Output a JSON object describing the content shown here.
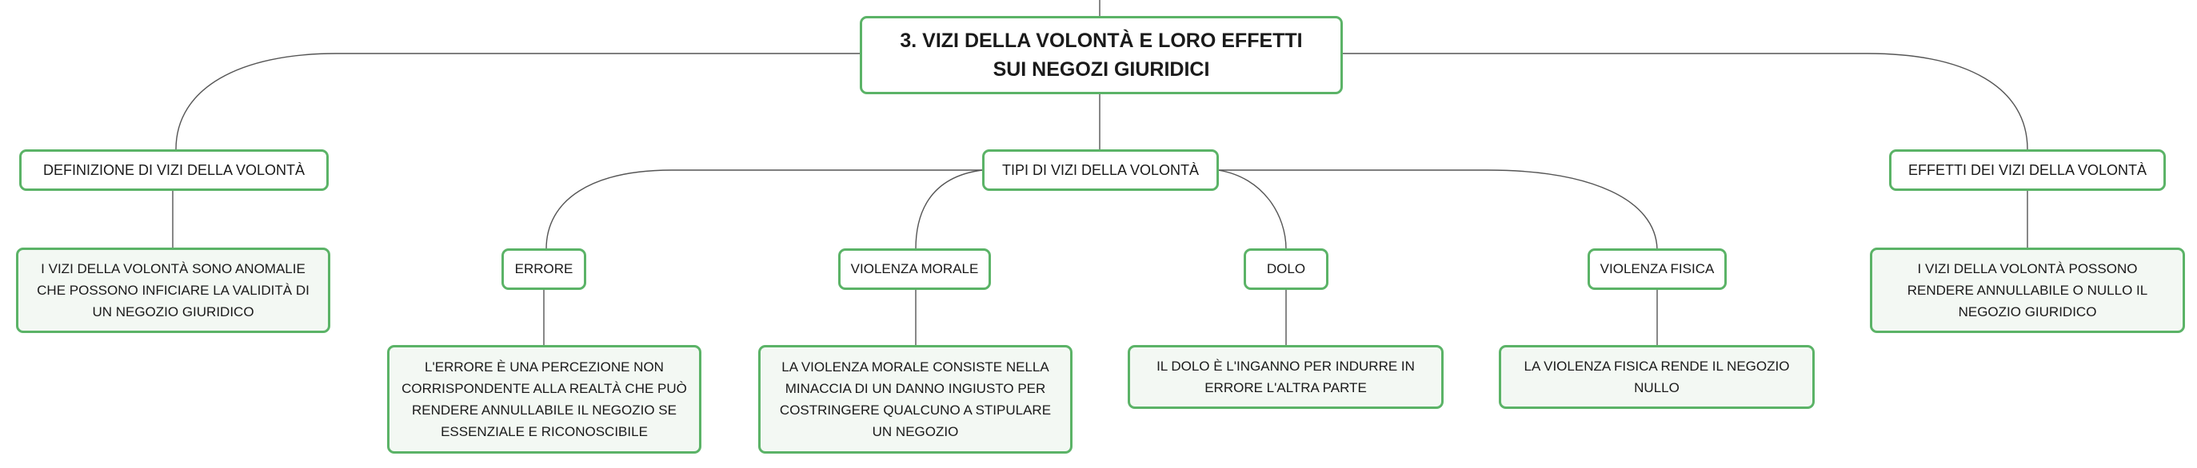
{
  "root": {
    "title": "3. VIZI DELLA VOLONTÀ E LORO EFFETTI SUI NEGOZI GIURIDICI"
  },
  "definizione": {
    "label": "DEFINIZIONE DI VIZI DELLA VOLONTÀ",
    "detail": "I VIZI DELLA VOLONTÀ SONO ANOMALIE CHE POSSONO INFICIARE LA VALIDITÀ DI UN NEGOZIO GIURIDICO"
  },
  "tipi": {
    "label": "TIPI DI VIZI DELLA VOLONTÀ",
    "items": [
      {
        "label": "ERRORE",
        "detail": "L'ERRORE È UNA PERCEZIONE NON CORRISPONDENTE ALLA REALTÀ CHE PUÒ RENDERE ANNULLABILE IL NEGOZIO SE ESSENZIALE E RICONOSCIBILE"
      },
      {
        "label": "VIOLENZA MORALE",
        "detail": "LA VIOLENZA MORALE CONSISTE NELLA MINACCIA DI UN DANNO INGIUSTO PER COSTRINGERE QUALCUNO A STIPULARE UN NEGOZIO"
      },
      {
        "label": "DOLO",
        "detail": "IL DOLO È L'INGANNO PER INDURRE IN ERRORE L'ALTRA PARTE"
      },
      {
        "label": "VIOLENZA FISICA",
        "detail": "LA VIOLENZA FISICA RENDE IL NEGOZIO NULLO"
      }
    ]
  },
  "effetti": {
    "label": "EFFETTI DEI VIZI DELLA VOLONTÀ",
    "detail": "I VIZI DELLA VOLONTÀ POSSONO RENDERE ANNULLABILE O NULLO IL NEGOZIO GIURIDICO"
  },
  "colors": {
    "border": "#5bb367",
    "leaf_fill": "#f3f8f3",
    "line": "#555555"
  }
}
